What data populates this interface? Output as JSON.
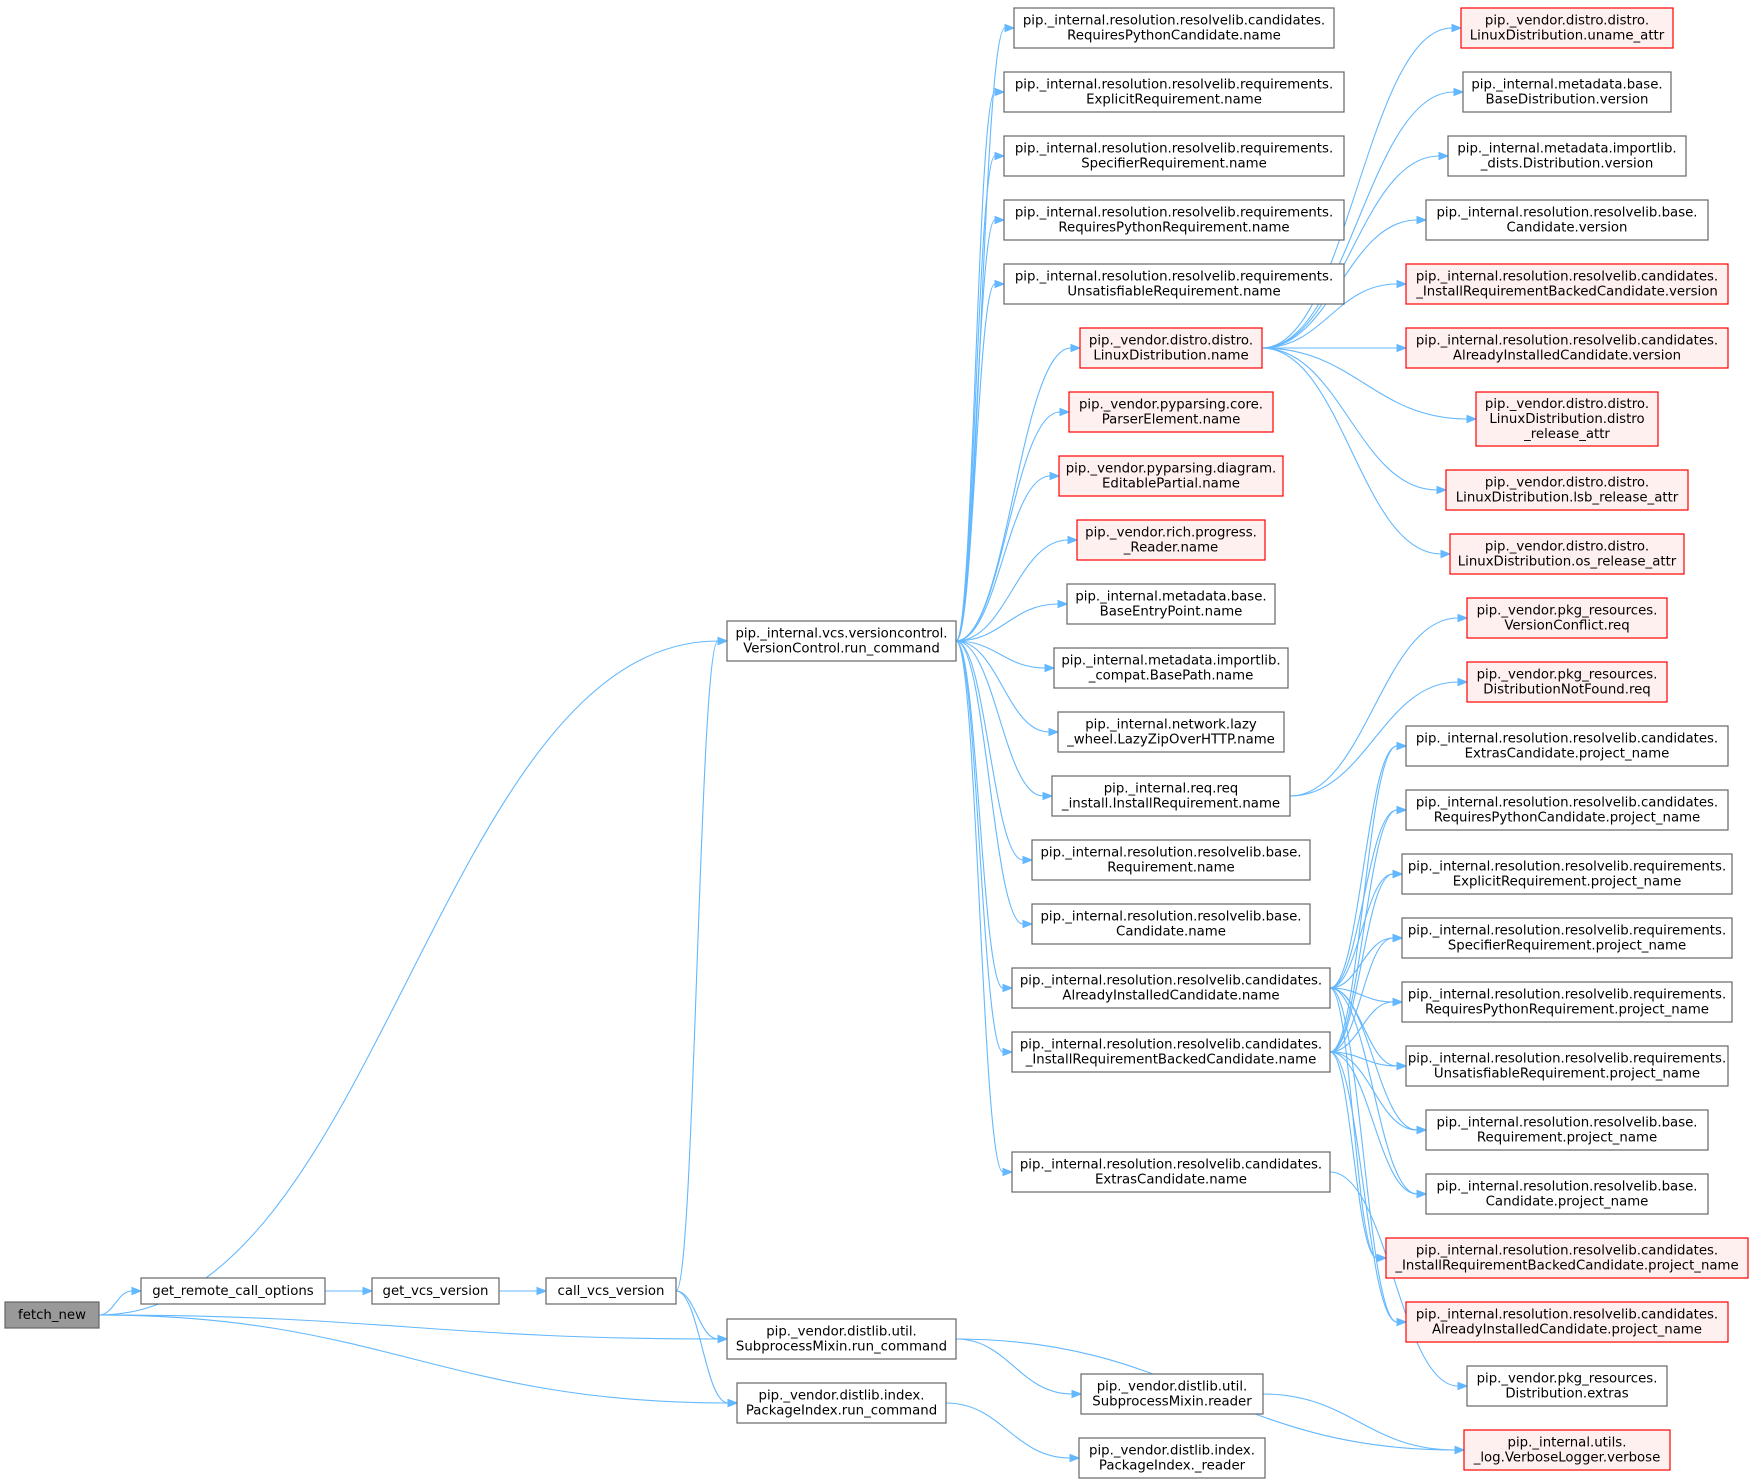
{
  "colors": {
    "edge": "#63b8ff",
    "node_fill": "#ffffff",
    "node_stroke": "#666666",
    "focus_fill": "#999999",
    "focus_stroke": "#666666",
    "red_fill": "#fff0f0",
    "red_stroke": "#ff0000"
  },
  "nodes": [
    {
      "id": "fetch_new",
      "lines": [
        "fetch_new"
      ],
      "style": "focus"
    },
    {
      "id": "get_remote_call_options",
      "lines": [
        "get_remote_call_options"
      ],
      "style": "normal"
    },
    {
      "id": "get_vcs_version",
      "lines": [
        "get_vcs_version"
      ],
      "style": "normal"
    },
    {
      "id": "call_vcs_version",
      "lines": [
        "call_vcs_version"
      ],
      "style": "normal"
    },
    {
      "id": "vc_run_command",
      "lines": [
        "pip._internal.vcs.versioncontrol.",
        "VersionControl.run_command"
      ],
      "style": "normal"
    },
    {
      "id": "sp_run_command",
      "lines": [
        "pip._vendor.distlib.util.",
        "SubprocessMixin.run_command"
      ],
      "style": "normal"
    },
    {
      "id": "pi_run_command",
      "lines": [
        "pip._vendor.distlib.index.",
        "PackageIndex.run_command"
      ],
      "style": "normal"
    },
    {
      "id": "rpc_name",
      "lines": [
        "pip._internal.resolution.resolvelib.candidates.",
        "RequiresPythonCandidate.name"
      ],
      "style": "normal"
    },
    {
      "id": "er_name",
      "lines": [
        "pip._internal.resolution.resolvelib.requirements.",
        "ExplicitRequirement.name"
      ],
      "style": "normal"
    },
    {
      "id": "sr_name",
      "lines": [
        "pip._internal.resolution.resolvelib.requirements.",
        "SpecifierRequirement.name"
      ],
      "style": "normal"
    },
    {
      "id": "rpr_name",
      "lines": [
        "pip._internal.resolution.resolvelib.requirements.",
        "RequiresPythonRequirement.name"
      ],
      "style": "normal"
    },
    {
      "id": "ur_name",
      "lines": [
        "pip._internal.resolution.resolvelib.requirements.",
        "UnsatisfiableRequirement.name"
      ],
      "style": "normal"
    },
    {
      "id": "ld_name",
      "lines": [
        "pip._vendor.distro.distro.",
        "LinuxDistribution.name"
      ],
      "style": "red"
    },
    {
      "id": "pe_name",
      "lines": [
        "pip._vendor.pyparsing.core.",
        "ParserElement.name"
      ],
      "style": "red"
    },
    {
      "id": "ep_name",
      "lines": [
        "pip._vendor.pyparsing.diagram.",
        "EditablePartial.name"
      ],
      "style": "red"
    },
    {
      "id": "rd_name",
      "lines": [
        "pip._vendor.rich.progress.",
        "_Reader.name"
      ],
      "style": "red"
    },
    {
      "id": "bep_name",
      "lines": [
        "pip._internal.metadata.base.",
        "BaseEntryPoint.name"
      ],
      "style": "normal"
    },
    {
      "id": "bp_name",
      "lines": [
        "pip._internal.metadata.importlib.",
        "_compat.BasePath.name"
      ],
      "style": "normal"
    },
    {
      "id": "lz_name",
      "lines": [
        "pip._internal.network.lazy",
        "_wheel.LazyZipOverHTTP.name"
      ],
      "style": "normal"
    },
    {
      "id": "ir_name",
      "lines": [
        "pip._internal.req.req",
        "_install.InstallRequirement.name"
      ],
      "style": "normal"
    },
    {
      "id": "breq_name",
      "lines": [
        "pip._internal.resolution.resolvelib.base.",
        "Requirement.name"
      ],
      "style": "normal"
    },
    {
      "id": "bcand_name",
      "lines": [
        "pip._internal.resolution.resolvelib.base.",
        "Candidate.name"
      ],
      "style": "normal"
    },
    {
      "id": "aic_name",
      "lines": [
        "pip._internal.resolution.resolvelib.candidates.",
        "AlreadyInstalledCandidate.name"
      ],
      "style": "normal"
    },
    {
      "id": "irbc_name",
      "lines": [
        "pip._internal.resolution.resolvelib.candidates.",
        "_InstallRequirementBackedCandidate.name"
      ],
      "style": "normal"
    },
    {
      "id": "ec_name",
      "lines": [
        "pip._internal.resolution.resolvelib.candidates.",
        "ExtrasCandidate.name"
      ],
      "style": "normal"
    },
    {
      "id": "sp_reader",
      "lines": [
        "pip._vendor.distlib.util.",
        "SubprocessMixin.reader"
      ],
      "style": "normal"
    },
    {
      "id": "pi_reader",
      "lines": [
        "pip._vendor.distlib.index.",
        "PackageIndex._reader"
      ],
      "style": "normal"
    },
    {
      "id": "uname_attr",
      "lines": [
        "pip._vendor.distro.distro.",
        "LinuxDistribution.uname_attr"
      ],
      "style": "red"
    },
    {
      "id": "bd_version",
      "lines": [
        "pip._internal.metadata.base.",
        "BaseDistribution.version"
      ],
      "style": "normal"
    },
    {
      "id": "dist_version",
      "lines": [
        "pip._internal.metadata.importlib.",
        "_dists.Distribution.version"
      ],
      "style": "normal"
    },
    {
      "id": "cand_version",
      "lines": [
        "pip._internal.resolution.resolvelib.base.",
        "Candidate.version"
      ],
      "style": "normal"
    },
    {
      "id": "irbc_version",
      "lines": [
        "pip._internal.resolution.resolvelib.candidates.",
        "_InstallRequirementBackedCandidate.version"
      ],
      "style": "red"
    },
    {
      "id": "aic_version",
      "lines": [
        "pip._internal.resolution.resolvelib.candidates.",
        "AlreadyInstalledCandidate.version"
      ],
      "style": "red"
    },
    {
      "id": "distro_release_attr",
      "lines": [
        "pip._vendor.distro.distro.",
        "LinuxDistribution.distro",
        "_release_attr"
      ],
      "style": "red"
    },
    {
      "id": "lsb_release_attr",
      "lines": [
        "pip._vendor.distro.distro.",
        "LinuxDistribution.lsb_release_attr"
      ],
      "style": "red"
    },
    {
      "id": "os_release_attr",
      "lines": [
        "pip._vendor.distro.distro.",
        "LinuxDistribution.os_release_attr"
      ],
      "style": "red"
    },
    {
      "id": "vc_req",
      "lines": [
        "pip._vendor.pkg_resources.",
        "VersionConflict.req"
      ],
      "style": "red"
    },
    {
      "id": "dnf_req",
      "lines": [
        "pip._vendor.pkg_resources.",
        "DistributionNotFound.req"
      ],
      "style": "red"
    },
    {
      "id": "ec_pn",
      "lines": [
        "pip._internal.resolution.resolvelib.candidates.",
        "ExtrasCandidate.project_name"
      ],
      "style": "normal"
    },
    {
      "id": "rpc_pn",
      "lines": [
        "pip._internal.resolution.resolvelib.candidates.",
        "RequiresPythonCandidate.project_name"
      ],
      "style": "normal"
    },
    {
      "id": "er_pn",
      "lines": [
        "pip._internal.resolution.resolvelib.requirements.",
        "ExplicitRequirement.project_name"
      ],
      "style": "normal"
    },
    {
      "id": "sr_pn",
      "lines": [
        "pip._internal.resolution.resolvelib.requirements.",
        "SpecifierRequirement.project_name"
      ],
      "style": "normal"
    },
    {
      "id": "rpr_pn",
      "lines": [
        "pip._internal.resolution.resolvelib.requirements.",
        "RequiresPythonRequirement.project_name"
      ],
      "style": "normal"
    },
    {
      "id": "ur_pn",
      "lines": [
        "pip._internal.resolution.resolvelib.requirements.",
        "UnsatisfiableRequirement.project_name"
      ],
      "style": "normal"
    },
    {
      "id": "breq_pn",
      "lines": [
        "pip._internal.resolution.resolvelib.base.",
        "Requirement.project_name"
      ],
      "style": "normal"
    },
    {
      "id": "bcand_pn",
      "lines": [
        "pip._internal.resolution.resolvelib.base.",
        "Candidate.project_name"
      ],
      "style": "normal"
    },
    {
      "id": "irbc_pn",
      "lines": [
        "pip._internal.resolution.resolvelib.candidates.",
        "_InstallRequirementBackedCandidate.project_name"
      ],
      "style": "red"
    },
    {
      "id": "aic_pn",
      "lines": [
        "pip._internal.resolution.resolvelib.candidates.",
        "AlreadyInstalledCandidate.project_name"
      ],
      "style": "red"
    },
    {
      "id": "dist_extras",
      "lines": [
        "pip._vendor.pkg_resources.",
        "Distribution.extras"
      ],
      "style": "normal"
    },
    {
      "id": "verbose",
      "lines": [
        "pip._internal.utils.",
        "_log.VerboseLogger.verbose"
      ],
      "style": "red"
    }
  ],
  "edges": [
    [
      "fetch_new",
      "vc_run_command"
    ],
    [
      "fetch_new",
      "get_remote_call_options"
    ],
    [
      "fetch_new",
      "sp_run_command"
    ],
    [
      "fetch_new",
      "pi_run_command"
    ],
    [
      "get_remote_call_options",
      "get_vcs_version"
    ],
    [
      "get_vcs_version",
      "call_vcs_version"
    ],
    [
      "call_vcs_version",
      "vc_run_command"
    ],
    [
      "call_vcs_version",
      "sp_run_command"
    ],
    [
      "call_vcs_version",
      "pi_run_command"
    ],
    [
      "vc_run_command",
      "rpc_name"
    ],
    [
      "vc_run_command",
      "er_name"
    ],
    [
      "vc_run_command",
      "sr_name"
    ],
    [
      "vc_run_command",
      "rpr_name"
    ],
    [
      "vc_run_command",
      "ur_name"
    ],
    [
      "vc_run_command",
      "ld_name"
    ],
    [
      "vc_run_command",
      "pe_name"
    ],
    [
      "vc_run_command",
      "ep_name"
    ],
    [
      "vc_run_command",
      "rd_name"
    ],
    [
      "vc_run_command",
      "bep_name"
    ],
    [
      "vc_run_command",
      "bp_name"
    ],
    [
      "vc_run_command",
      "lz_name"
    ],
    [
      "vc_run_command",
      "ir_name"
    ],
    [
      "vc_run_command",
      "breq_name"
    ],
    [
      "vc_run_command",
      "bcand_name"
    ],
    [
      "vc_run_command",
      "aic_name"
    ],
    [
      "vc_run_command",
      "irbc_name"
    ],
    [
      "vc_run_command",
      "ec_name"
    ],
    [
      "sp_run_command",
      "sp_reader"
    ],
    [
      "sp_run_command",
      "verbose"
    ],
    [
      "pi_run_command",
      "pi_reader"
    ],
    [
      "sp_reader",
      "verbose"
    ],
    [
      "ld_name",
      "uname_attr"
    ],
    [
      "ld_name",
      "bd_version"
    ],
    [
      "ld_name",
      "dist_version"
    ],
    [
      "ld_name",
      "cand_version"
    ],
    [
      "ld_name",
      "irbc_version"
    ],
    [
      "ld_name",
      "aic_version"
    ],
    [
      "ld_name",
      "distro_release_attr"
    ],
    [
      "ld_name",
      "lsb_release_attr"
    ],
    [
      "ld_name",
      "os_release_attr"
    ],
    [
      "ir_name",
      "vc_req"
    ],
    [
      "ir_name",
      "dnf_req"
    ],
    [
      "aic_name",
      "ec_pn"
    ],
    [
      "aic_name",
      "rpc_pn"
    ],
    [
      "aic_name",
      "er_pn"
    ],
    [
      "aic_name",
      "sr_pn"
    ],
    [
      "aic_name",
      "rpr_pn"
    ],
    [
      "aic_name",
      "ur_pn"
    ],
    [
      "aic_name",
      "breq_pn"
    ],
    [
      "aic_name",
      "bcand_pn"
    ],
    [
      "aic_name",
      "irbc_pn"
    ],
    [
      "aic_name",
      "aic_pn"
    ],
    [
      "irbc_name",
      "ec_pn"
    ],
    [
      "irbc_name",
      "rpc_pn"
    ],
    [
      "irbc_name",
      "er_pn"
    ],
    [
      "irbc_name",
      "sr_pn"
    ],
    [
      "irbc_name",
      "rpr_pn"
    ],
    [
      "irbc_name",
      "ur_pn"
    ],
    [
      "irbc_name",
      "breq_pn"
    ],
    [
      "irbc_name",
      "bcand_pn"
    ],
    [
      "irbc_name",
      "irbc_pn"
    ],
    [
      "irbc_name",
      "aic_pn"
    ],
    [
      "ec_name",
      "dist_extras"
    ]
  ]
}
